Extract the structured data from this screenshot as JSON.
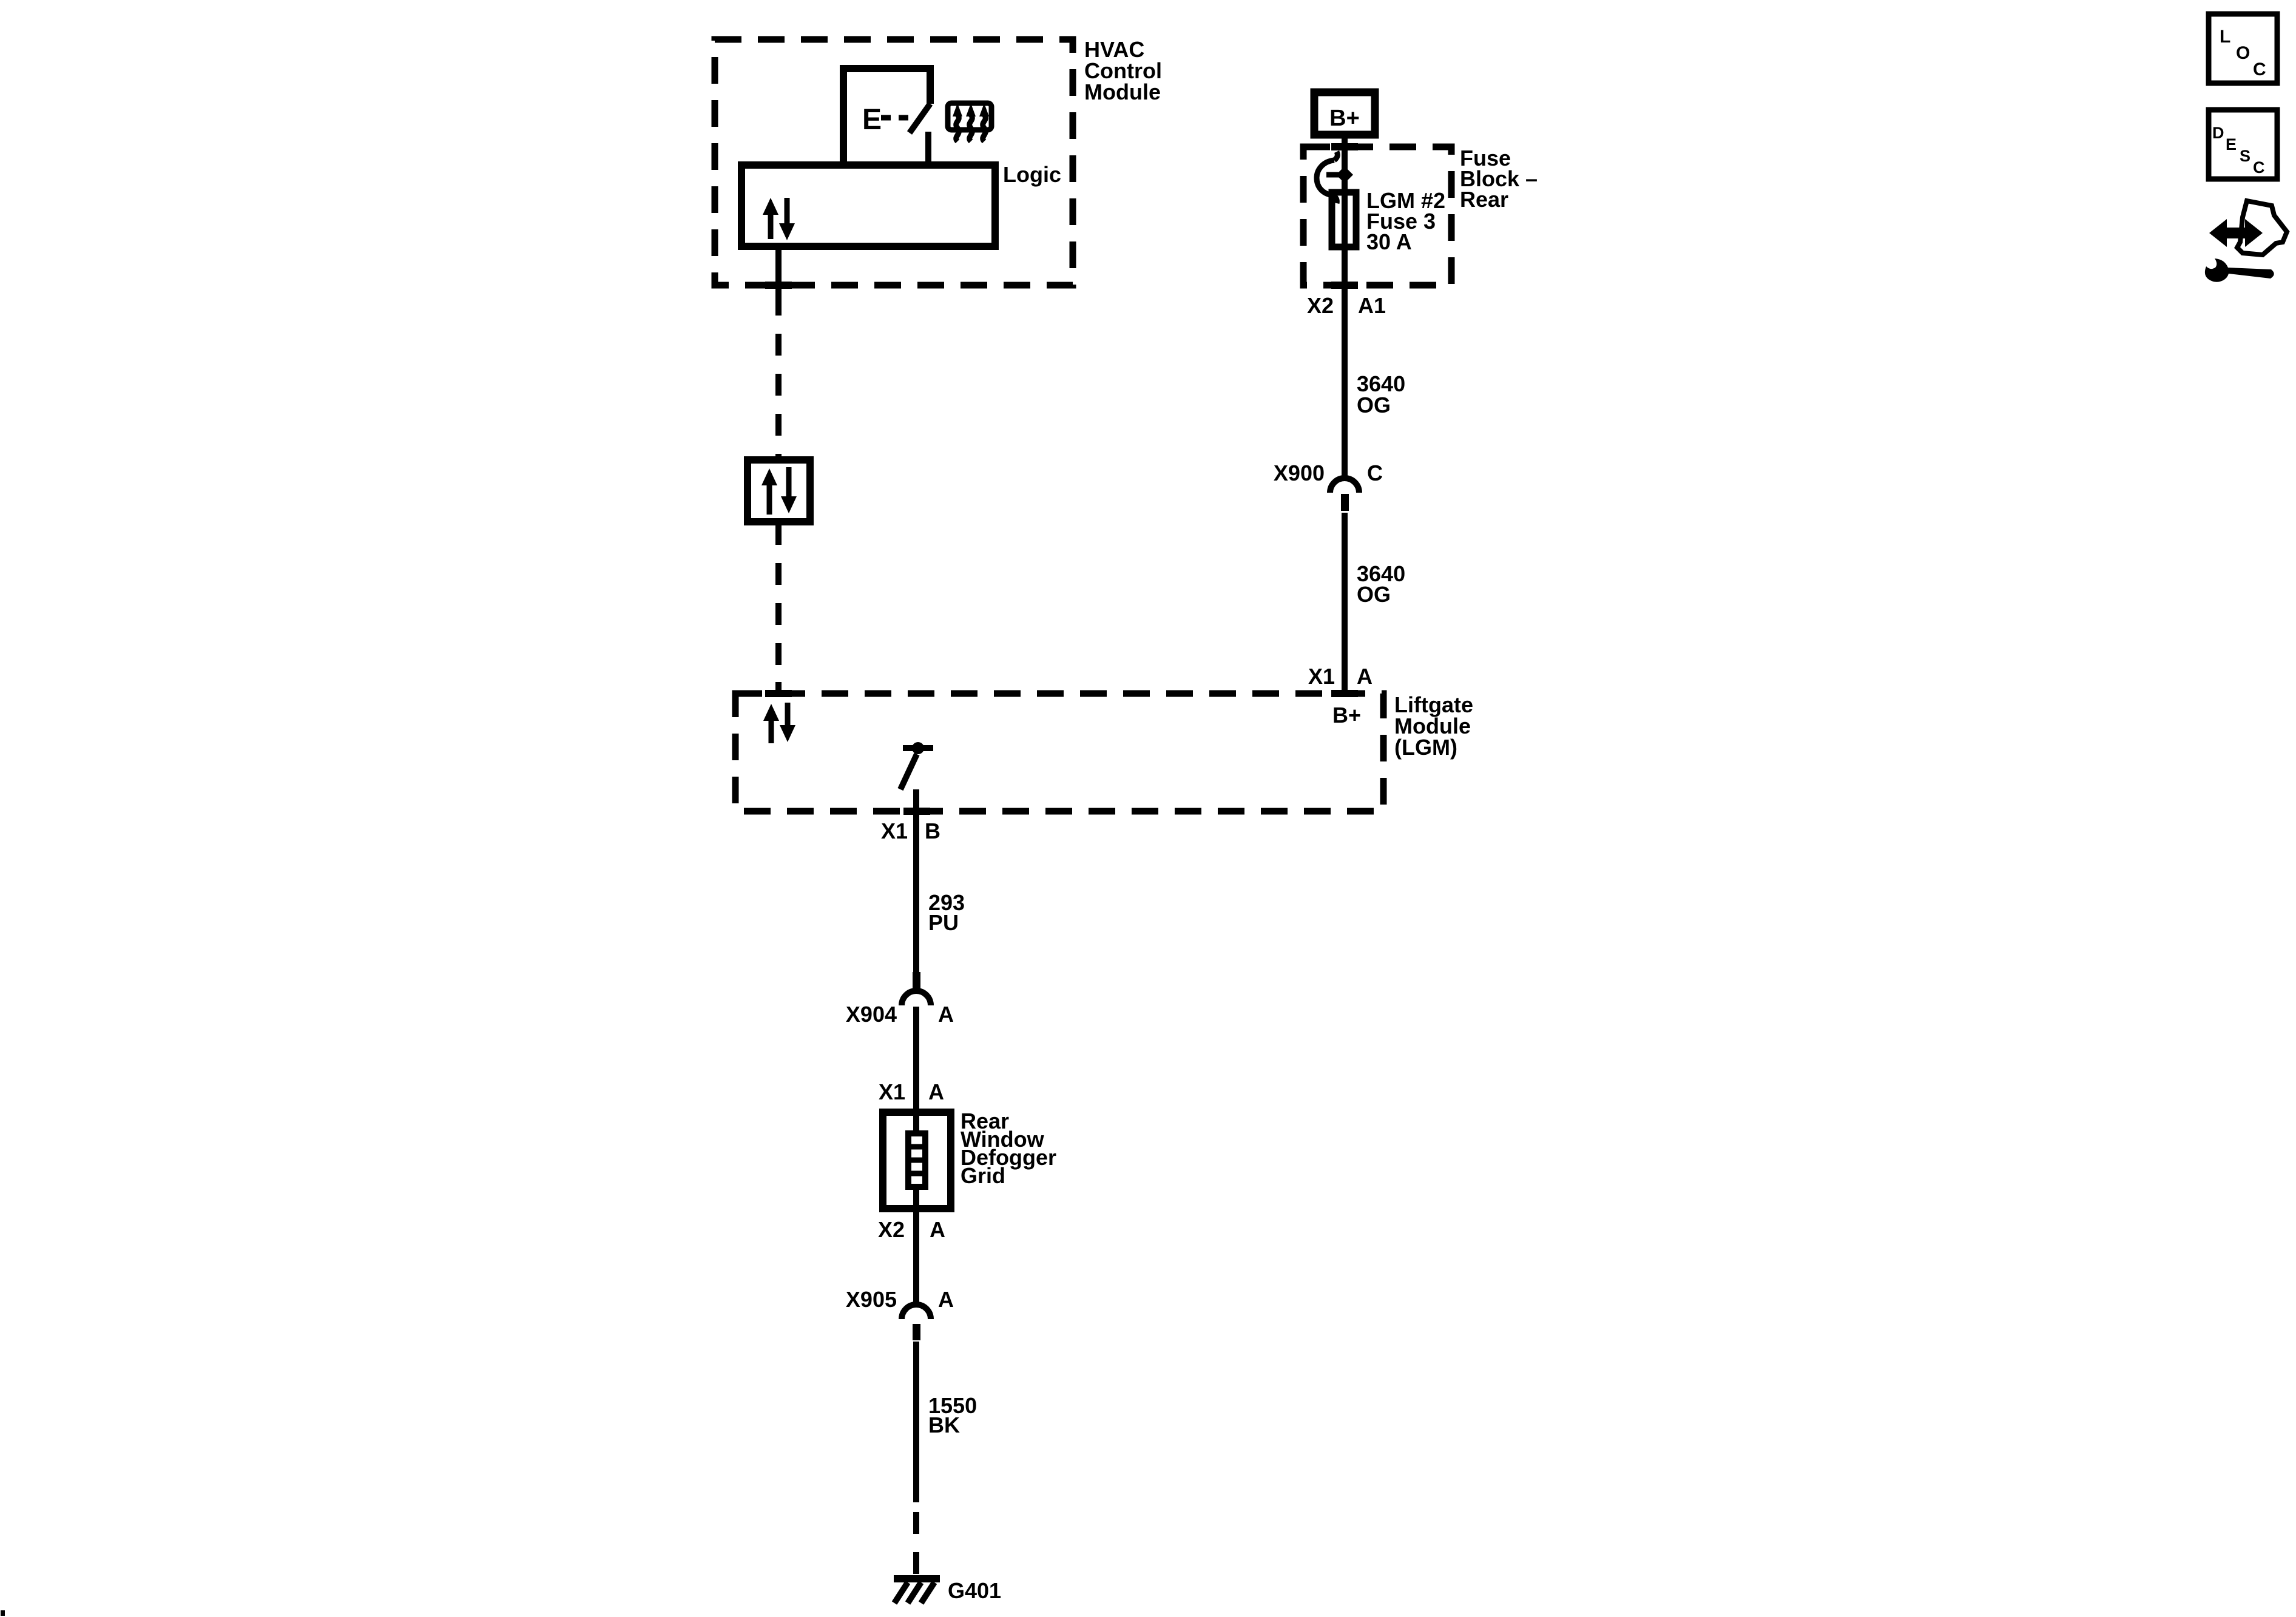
{
  "colors": {
    "ink": "#000000",
    "paper": "#ffffff"
  },
  "hvac_module": {
    "name": [
      "HVAC",
      "Control",
      "Module"
    ],
    "logic_label": "Logic",
    "switch_symbol": "E"
  },
  "power_feed": {
    "battery": "B+",
    "fuse_block": {
      "name": [
        "Fuse",
        "Block –",
        "Rear"
      ],
      "fuse": [
        "LGM #2",
        "Fuse 3",
        "30 A"
      ],
      "connector": "X2",
      "pin": "A1"
    },
    "wire_a": {
      "circuit": "3640",
      "color_code": "OG"
    },
    "inline_x900": {
      "connector": "X900",
      "pin": "C"
    },
    "wire_b": {
      "circuit": "3640",
      "color_code": "OG"
    },
    "lgm_input": {
      "connector": "X1",
      "pin": "A",
      "terminal": "B+"
    }
  },
  "liftgate_module": {
    "name": [
      "Liftgate",
      "Module",
      "(LGM)"
    ],
    "output": {
      "connector": "X1",
      "pin": "B"
    }
  },
  "defogger_circuit": {
    "wire_feed": {
      "circuit": "293",
      "color_code": "PU"
    },
    "inline_x904": {
      "connector": "X904",
      "pin": "A"
    },
    "grid": {
      "input": {
        "connector": "X1",
        "pin": "A"
      },
      "name": [
        "Rear",
        "Window",
        "Defogger",
        "Grid"
      ],
      "output": {
        "connector": "X2",
        "pin": "A"
      }
    },
    "inline_x905": {
      "connector": "X905",
      "pin": "A"
    },
    "wire_ground": {
      "circuit": "1550",
      "color_code": "BK"
    },
    "ground_id": "G401"
  },
  "toolbar": {
    "loc": [
      "L",
      "O",
      "C"
    ],
    "desc": [
      "D",
      "E",
      "S",
      "C"
    ]
  },
  "footnote": "."
}
